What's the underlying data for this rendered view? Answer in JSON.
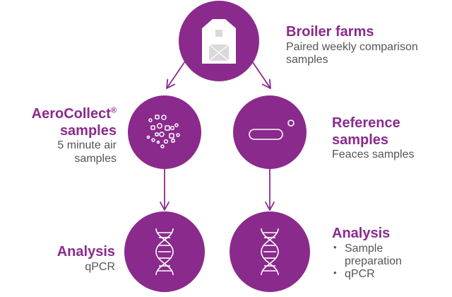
{
  "colors": {
    "primary": "#8a2a8c",
    "arrow": "#8a2a8c",
    "icon_stroke": "#ffffff",
    "barn_fill": "#d9d9d9",
    "text_secondary": "#555555"
  },
  "nodes": {
    "broiler": {
      "title": "Broiler farms",
      "subtitle": "Paired weekly comparison samples",
      "icon": "barn-icon"
    },
    "aerocollect": {
      "title": "AeroCollect",
      "title_mark": "®",
      "title_line2": "samples",
      "subtitle": "5 minute air samples",
      "icon": "particles-icon"
    },
    "reference": {
      "title": "Reference samples",
      "subtitle": "Feaces samples",
      "icon": "swab-tube-icon"
    },
    "analysis_left": {
      "title": "Analysis",
      "subtitle": "qPCR",
      "icon": "dna-icon"
    },
    "analysis_right": {
      "title": "Analysis",
      "items": [
        "Sample preparation",
        "qPCR"
      ],
      "icon": "dna-icon"
    }
  }
}
